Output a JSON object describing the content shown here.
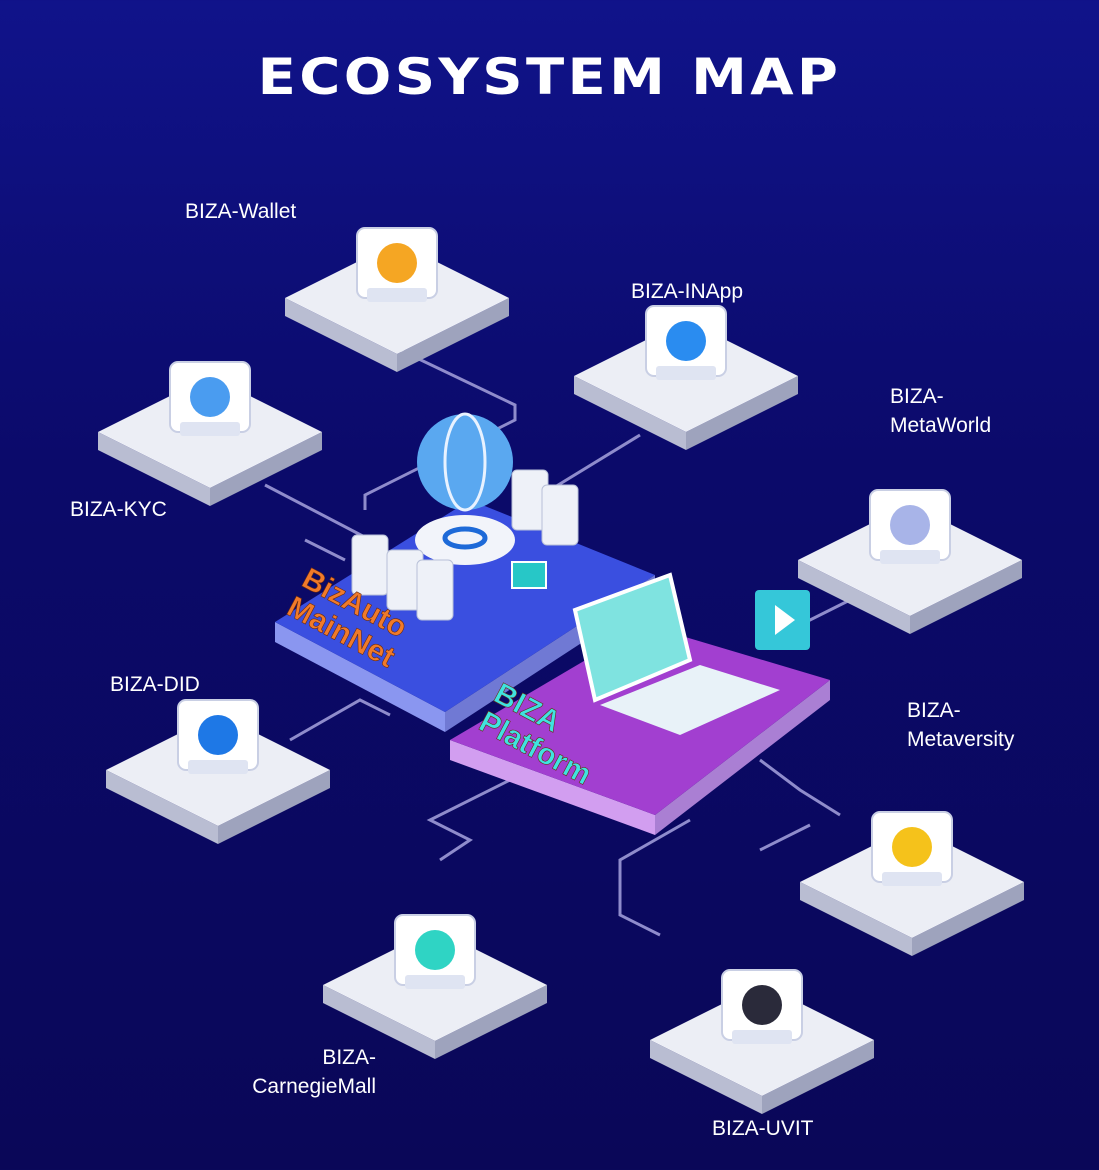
{
  "title": "ECOSYSTEM MAP",
  "hub": {
    "mainnet": {
      "line1": "BizAuto",
      "line2": "MainNet",
      "color": "#f07a2a",
      "platform_color": "#3a4fe0"
    },
    "platform": {
      "line1": "BIZA",
      "line2": "Platform",
      "color": "#3fe3e0",
      "platform_color": "#a23fd0"
    }
  },
  "nodes": {
    "wallet": {
      "label": "BIZA-Wallet",
      "icon": "bitcoin-server-icon"
    },
    "kyc": {
      "label": "BIZA-KYC",
      "icon": "fingerprint-lock-icon"
    },
    "inapp": {
      "label": "BIZA-INApp",
      "icon": "mobile-payment-icon"
    },
    "metaworld": {
      "line1": "BIZA-",
      "line2": "MetaWorld",
      "icon": "city-icon"
    },
    "did": {
      "label": "BIZA-DID",
      "icon": "shield-keyhole-icon"
    },
    "metaversity": {
      "line1": "BIZA-",
      "line2": "Metaversity",
      "icon": "online-class-icon"
    },
    "carnegiemall": {
      "line1": "BIZA-",
      "line2": "CarnegieMall",
      "icon": "mobile-shopping-icon"
    },
    "uvit": {
      "label": "BIZA-UVIT",
      "icon": "nft-icon"
    }
  },
  "colors": {
    "tile_top": "#eceef5",
    "tile_side": "#b9bdd2",
    "connector": "#8f8ccc"
  }
}
